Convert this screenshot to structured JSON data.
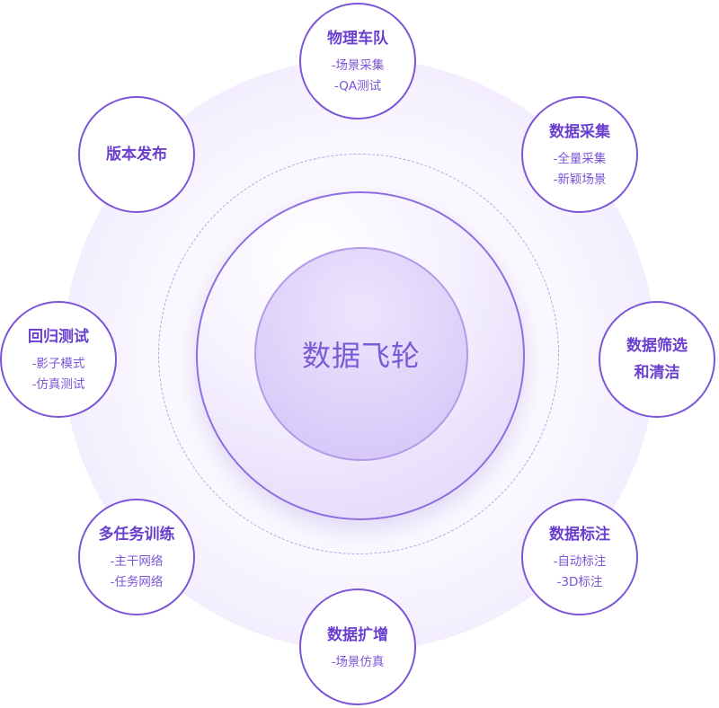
{
  "center": {
    "title": "数据飞轮"
  },
  "nodes": {
    "wuli": {
      "title": "物理车队",
      "subs": [
        "-场景采集",
        "-QA测试"
      ]
    },
    "caiji": {
      "title": "数据采集",
      "subs": [
        "-全量采集",
        "-新颖场景"
      ]
    },
    "shaixuan": {
      "title_line1": "数据筛选",
      "title_line2": "和清洁"
    },
    "biaozhu": {
      "title": "数据标注",
      "subs": [
        "-自动标注",
        "-3D标注"
      ]
    },
    "kuozeng": {
      "title": "数据扩增",
      "subs": [
        "-场景仿真"
      ]
    },
    "xunlian": {
      "title": "多任务训练",
      "subs": [
        "-主干网络",
        "-任务网络"
      ]
    },
    "huigui": {
      "title": "回归测试",
      "subs": [
        "-影子模式",
        "-仿真测试"
      ]
    },
    "fabu": {
      "title": "版本发布"
    }
  },
  "colors": {
    "accent": "#7d55d9",
    "text": "#6a3fcf",
    "core_fill": "#ddd0fa"
  }
}
